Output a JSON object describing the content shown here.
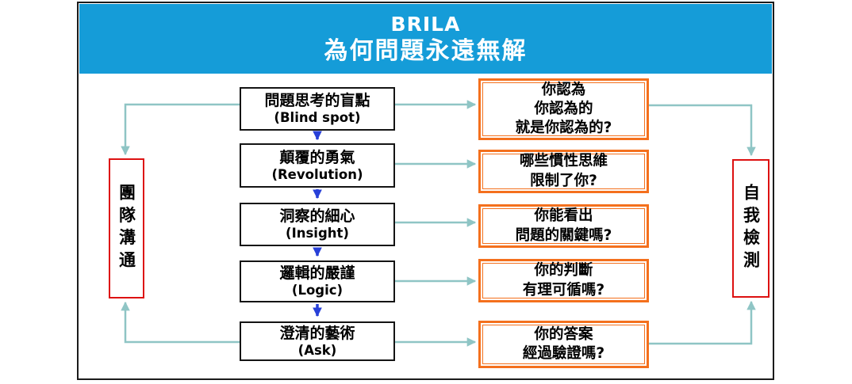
{
  "title": {
    "line1": "BRILA",
    "line2": "為何問題永遠無解"
  },
  "left_panel": {
    "label": "團隊溝通"
  },
  "right_panel": {
    "label": "自我檢測"
  },
  "steps": [
    {
      "zh": "問題思考的盲點",
      "en": "(Blind spot)"
    },
    {
      "zh": "顛覆的勇氣",
      "en": "(Revolution)"
    },
    {
      "zh": "洞察的細心",
      "en": "(Insight)"
    },
    {
      "zh": "邏輯的嚴謹",
      "en": "(Logic)"
    },
    {
      "zh": "澄清的藝術",
      "en": "(Ask)"
    }
  ],
  "questions": [
    {
      "lines": [
        "你認為",
        "你認為的",
        "就是你認為的?"
      ]
    },
    {
      "lines": [
        "哪些慣性思維",
        "限制了你?"
      ]
    },
    {
      "lines": [
        "你能看出",
        "問題的關鍵嗎?"
      ]
    },
    {
      "lines": [
        "你的判斷",
        "有理可循嗎?"
      ]
    },
    {
      "lines": [
        "你的答案",
        "經過驗證嗎?"
      ]
    }
  ],
  "colors": {
    "header_bg": "#159CD8",
    "title_text": "#FFFFFF",
    "step_border": "#141414",
    "question_border": "#F4701D",
    "panel_border": "#DD1111",
    "connector_teal": "#8FC5C5",
    "connector_blue": "#2840D8"
  }
}
